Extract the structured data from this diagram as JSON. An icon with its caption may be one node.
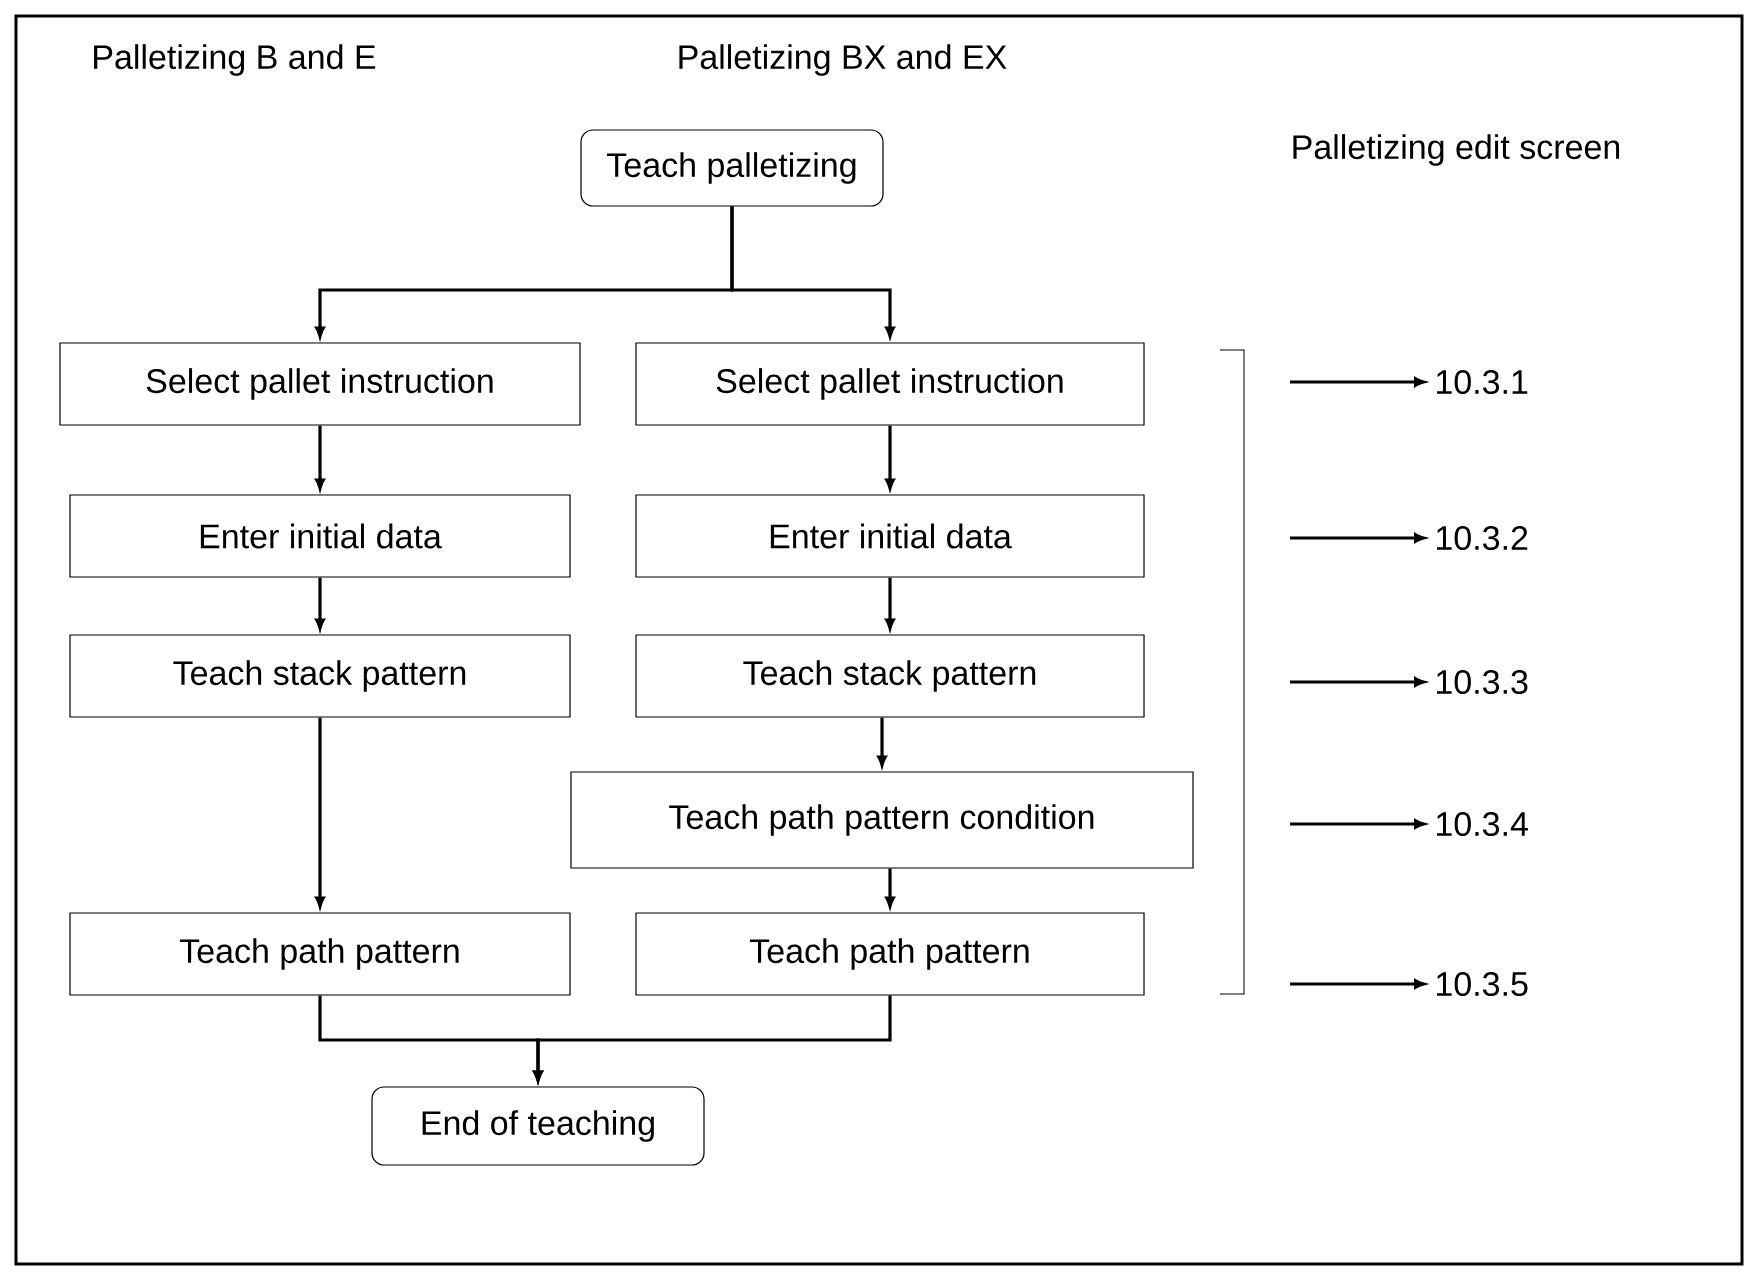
{
  "diagram": {
    "nodes": [
      {
        "text": [
          "Teach palletizing"
        ]
      },
      {
        "text": [
          "Select pallet instruction"
        ]
      },
      {
        "text": [
          "Enter initial data"
        ]
      },
      {
        "text": [
          "Teach stack pattern"
        ]
      },
      {
        "text": [
          "Teach path pattern"
        ]
      },
      {
        "text": [
          "Select pallet instruction"
        ]
      },
      {
        "text": [
          "Enter initial data"
        ]
      },
      {
        "text": [
          "Teach stack pattern"
        ]
      },
      {
        "text": [
          "Teach path pattern condition"
        ]
      },
      {
        "text": [
          "Teach path pattern"
        ]
      },
      {
        "text": [
          "End of teaching"
        ]
      },
      {
        "text": [
          "10.3.1"
        ]
      },
      {
        "text": [
          "10.3.2"
        ]
      },
      {
        "text": [
          "10.3.3"
        ]
      },
      {
        "text": [
          "10.3.4"
        ]
      },
      {
        "text": [
          "10.3.5"
        ]
      }
    ],
    "edges": [
      {
        "from": 0,
        "to": 1,
        "arrow": "to"
      },
      {
        "from": 0,
        "to": 5,
        "arrow": "to"
      },
      {
        "from": 1,
        "to": 2,
        "arrow": "to"
      },
      {
        "from": 2,
        "to": 3,
        "arrow": "to"
      },
      {
        "from": 3,
        "to": 4,
        "arrow": "to"
      },
      {
        "from": 5,
        "to": 6,
        "arrow": "to"
      },
      {
        "from": 6,
        "to": 7,
        "arrow": "to"
      },
      {
        "from": 7,
        "to": 8,
        "arrow": "to"
      },
      {
        "from": 8,
        "to": 9,
        "arrow": "to"
      },
      {
        "from": 4,
        "to": 10,
        "arrow": "to"
      },
      {
        "from": 9,
        "to": 10,
        "arrow": "to"
      },
      {
        "from": null,
        "to": 11,
        "arrow": "to"
      },
      {
        "from": null,
        "to": 12,
        "arrow": "to"
      },
      {
        "from": null,
        "to": 13,
        "arrow": "to"
      },
      {
        "from": null,
        "to": 14,
        "arrow": "to"
      },
      {
        "from": null,
        "to": 15,
        "arrow": "to"
      }
    ],
    "labels": [
      "Palletizing B and E",
      "Palletizing BX and EX",
      "Palletizing edit screen"
    ]
  }
}
